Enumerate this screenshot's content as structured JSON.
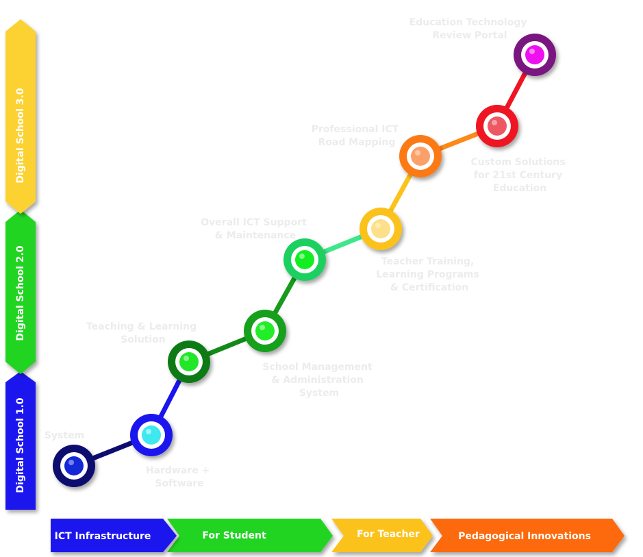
{
  "stages": [
    {
      "label": "Digital School 1.0",
      "color": "#1a14ee"
    },
    {
      "label": "Digital School 2.0",
      "color": "#22d424"
    },
    {
      "label": "Digital School 3.0",
      "color": "#fcd232"
    }
  ],
  "pillars": [
    {
      "label": "ICT Infrastructure",
      "color": "#1a14ee"
    },
    {
      "label": "For Student",
      "color": "#22d424"
    },
    {
      "label": "For Teacher",
      "color": "#fcc21a"
    },
    {
      "label": "Pedagogical Innovations",
      "color": "#fc6a10"
    }
  ],
  "milestones": [
    {
      "lines": [
        "System"
      ],
      "ring": "#0d0d70",
      "core": "#1428d8",
      "glint": "#b8c0ff"
    },
    {
      "lines": [
        "Hardware +",
        "Software"
      ],
      "ring": "#1a14ee",
      "core": "#3ee8ee",
      "glint": "#e0ffff"
    },
    {
      "lines": [
        "Teaching & Learning",
        "Solution"
      ],
      "ring": "#0f7a14",
      "core": "#22e628",
      "glint": "#ccffcc"
    },
    {
      "lines": [
        "School Management",
        "& Administration",
        "System"
      ],
      "ring": "#13a01a",
      "core": "#22ee28",
      "glint": "#ccffcc"
    },
    {
      "lines": [
        "Overall ICT Support",
        "& Maintenance"
      ],
      "ring": "#1ed060",
      "core": "#12ee22",
      "glint": "#ccffcc"
    },
    {
      "lines": [
        "Teacher Training,",
        "Learning Programs",
        "& Certification"
      ],
      "ring": "#fcc21a",
      "core": "#fce08a",
      "glint": "#fff6cc"
    },
    {
      "lines": [
        "Professional ICT",
        "Road Mapping"
      ],
      "ring": "#fc7a18",
      "core": "#fca06a",
      "glint": "#ffe2cc"
    },
    {
      "lines": [
        "Custom Solutions",
        "for 21st Century",
        "Education"
      ],
      "ring": "#ee1424",
      "core": "#ee5864",
      "glint": "#ffd0d4"
    },
    {
      "lines": [
        "Education Technology",
        "Review Portal"
      ],
      "ring": "#7a1480",
      "core": "#ee10ee",
      "glint": "#ffd0ff"
    }
  ],
  "connectors": [
    "#0d0d70",
    "#1a14ee",
    "#138a18",
    "#189a1c",
    "#3ee88a",
    "#fcc21a",
    "#fc8a18",
    "#ee1424"
  ]
}
